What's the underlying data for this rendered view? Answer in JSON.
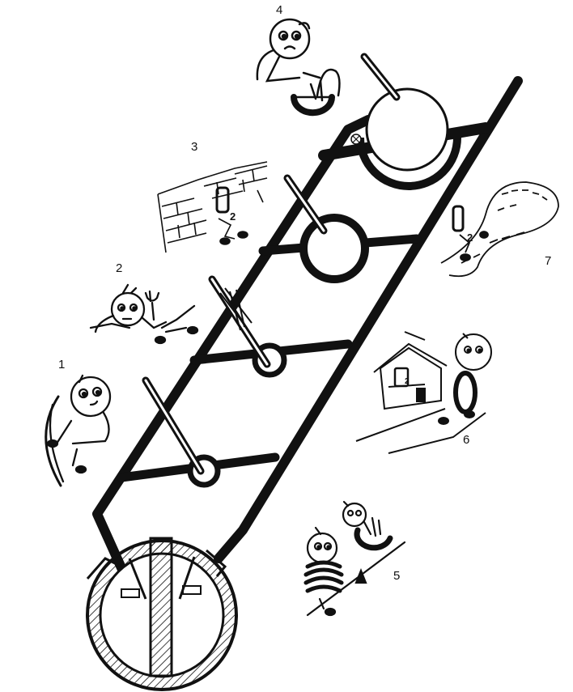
{
  "labels": {
    "n1": "1",
    "n2": "2",
    "n3": "3",
    "n4": "4",
    "n5": "5",
    "n6": "6",
    "n7": "7"
  },
  "o2_labels": {
    "wall": "O",
    "wall_sub": "2",
    "house": "O",
    "house_sub": "2",
    "path": "O",
    "path_sub": "2"
  },
  "colors": {
    "ink": "#111111",
    "paper": "#ffffff"
  }
}
